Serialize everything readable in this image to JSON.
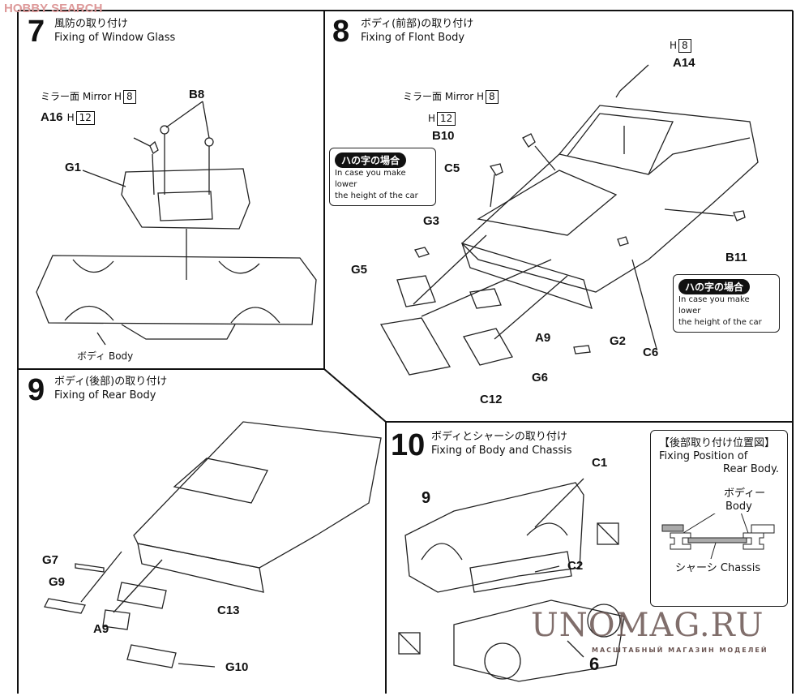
{
  "watermark_top": "HOBBY SEARCH",
  "watermark_bottom": {
    "main": "UNOMAG.RU",
    "sub": "МАСШТАБНЫЙ МАГАЗИН МОДЕЛЕЙ"
  },
  "step7": {
    "number": "7",
    "title_jp": "風防の取り付け",
    "title_en": "Fixing of Window Glass",
    "mirror_label": "ミラー面  Mirror H",
    "mirror_num": "8",
    "a16": "A16",
    "a16_h": "H",
    "a16_num": "12",
    "parts": {
      "b8": "B8",
      "g1": "G1"
    },
    "body_label": "ボディ  Body"
  },
  "step8": {
    "number": "8",
    "title_jp": "ボディ(前部)の取り付け",
    "title_en": "Fixing of Flont Body",
    "h8_h": "H",
    "h8_num": "8",
    "a14": "A14",
    "mirror_label": "ミラー面  Mirror H",
    "mirror_num": "8",
    "h12_h": "H",
    "h12_num": "12",
    "parts": {
      "b10": "B10",
      "c5": "C5",
      "g3": "G3",
      "g5": "G5",
      "b11": "B11",
      "a9": "A9",
      "g2": "G2",
      "c6": "C6",
      "g6": "G6",
      "c12": "C12"
    },
    "callout": {
      "badge": "ハの字の場合",
      "line1": "In case you make lower",
      "line2": "the height of the car"
    }
  },
  "step9": {
    "number": "9",
    "title_jp": "ボディ(後部)の取り付け",
    "title_en": "Fixing of Rear Body",
    "parts": {
      "g7": "G7",
      "g9": "G9",
      "c13": "C13",
      "a9": "A9",
      "g10": "G10"
    }
  },
  "step10": {
    "number": "10",
    "title_jp": "ボディとシャーシの取り付け",
    "title_en": "Fixing of Body and Chassis",
    "parts": {
      "c1": "C1",
      "nine": "9",
      "c2": "C2",
      "six": "6"
    },
    "inset": {
      "title_jp": "【後部取り付け位置図】",
      "title_en1": "Fixing Position of",
      "title_en2": "Rear Body.",
      "body_jp": "ボディー",
      "body_en": "Body",
      "chassis": "シャーシ  Chassis"
    }
  },
  "icons": [
    "no-glue-icon",
    "no-glue-icon"
  ]
}
